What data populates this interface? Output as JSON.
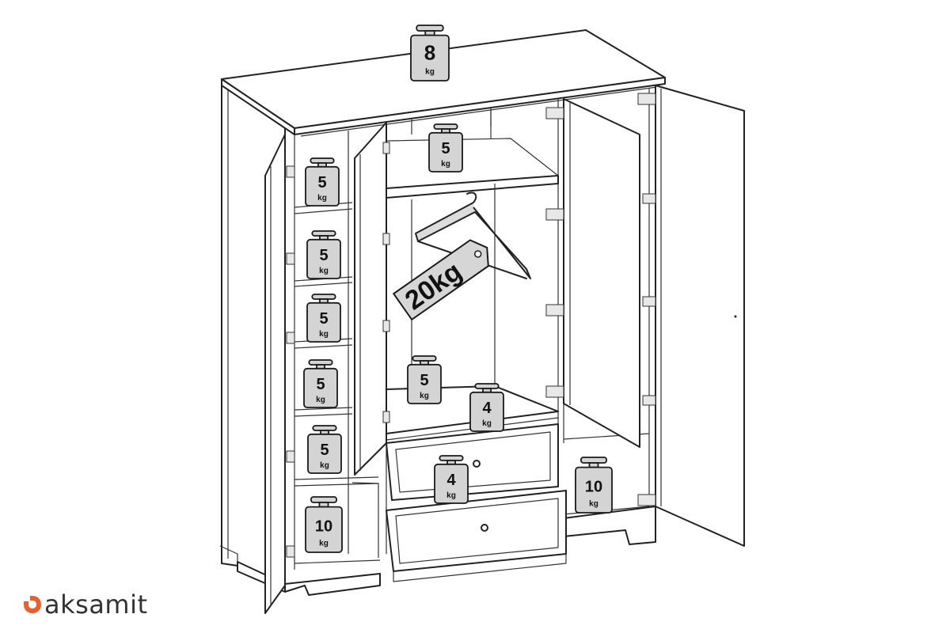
{
  "diagram": {
    "weights": [
      {
        "id": "top",
        "value": "8",
        "unit": "kg"
      },
      {
        "id": "upper-middle-shelf",
        "value": "5",
        "unit": "kg"
      },
      {
        "id": "left-shelf-1",
        "value": "5",
        "unit": "kg"
      },
      {
        "id": "left-shelf-2",
        "value": "5",
        "unit": "kg"
      },
      {
        "id": "left-shelf-3",
        "value": "5",
        "unit": "kg"
      },
      {
        "id": "left-shelf-4",
        "value": "5",
        "unit": "kg"
      },
      {
        "id": "left-shelf-5",
        "value": "5",
        "unit": "kg"
      },
      {
        "id": "left-bottom",
        "value": "10",
        "unit": "kg"
      },
      {
        "id": "middle-floor",
        "value": "5",
        "unit": "kg"
      },
      {
        "id": "upper-drawer-top",
        "value": "4",
        "unit": "kg"
      },
      {
        "id": "upper-drawer",
        "value": "4",
        "unit": "kg"
      },
      {
        "id": "right-bottom",
        "value": "10",
        "unit": "kg"
      }
    ],
    "hanger_tag": "20kg",
    "accent_color": "#e8612c",
    "line_color": "#222222"
  },
  "brand": {
    "name": "aksamit",
    "logo_icon": "aksamit-logo-icon"
  }
}
